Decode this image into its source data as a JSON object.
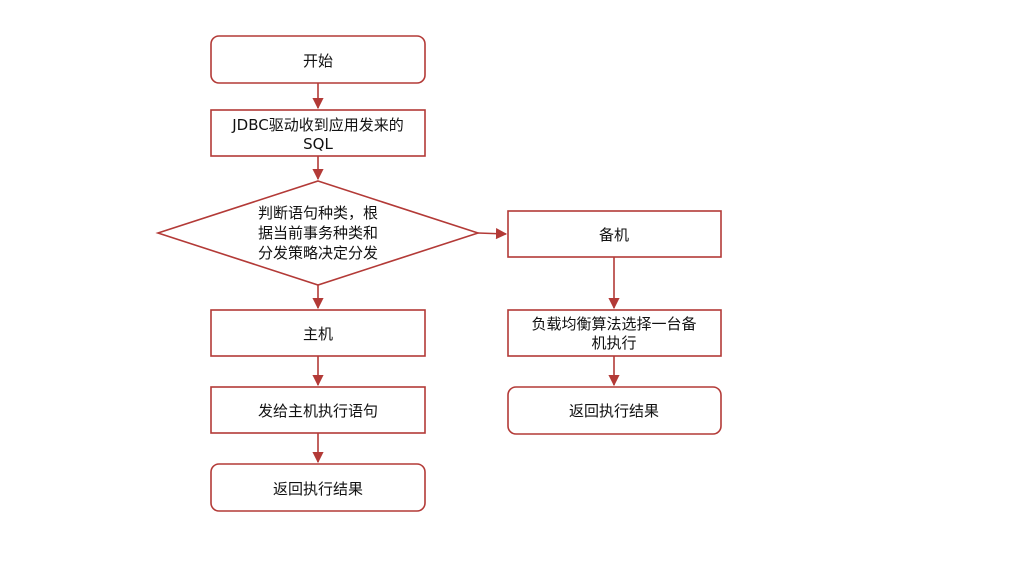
{
  "colors": {
    "stroke": "#b33a37",
    "fill": "#ffffff",
    "text": "#111111"
  },
  "nodes": {
    "start": {
      "label": "开始"
    },
    "receive_sql": {
      "lines": [
        "JDBC驱动收到应用发来的",
        "SQL"
      ]
    },
    "decision": {
      "lines": [
        "判断语句种类，根",
        "据当前事务种类和",
        "分发策略决定分发"
      ]
    },
    "master": {
      "label": "主机"
    },
    "send_master": {
      "label": "发给主机执行语句"
    },
    "return_master": {
      "label": "返回执行结果"
    },
    "slave": {
      "label": "备机"
    },
    "load_balance": {
      "lines": [
        "负载均衡算法选择一台备",
        "机执行"
      ]
    },
    "return_slave": {
      "label": "返回执行结果"
    }
  }
}
